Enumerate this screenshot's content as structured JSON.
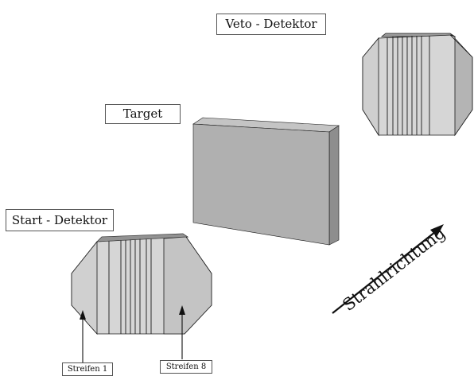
{
  "labels": {
    "veto_detector": "Veto - Detektor",
    "target": "Target",
    "start_detector": "Start - Detektor",
    "strip_1": "Streifen 1",
    "strip_8": "Streifen  8",
    "beam_direction": "Strahlrichtung"
  },
  "colors": {
    "detector_face": "#d6d6d6",
    "detector_side": "#b4b4b4",
    "detector_top": "#9e9e9e",
    "target_face": "#b0b0b0",
    "target_side": "#8e8e8e",
    "target_top": "#c4c4c4",
    "outline": "#1a1a1a"
  }
}
